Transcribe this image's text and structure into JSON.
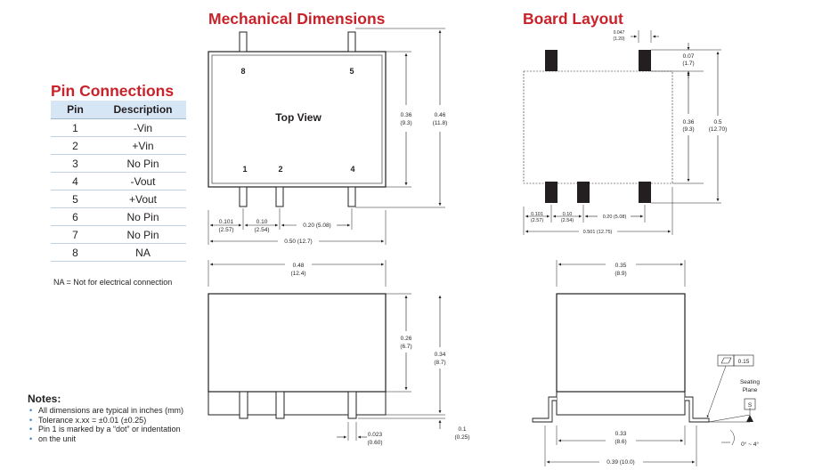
{
  "headings": {
    "pin_connections": "Pin Connections",
    "mechanical": "Mechanical Dimensions",
    "board_layout": "Board Layout"
  },
  "pin_table": {
    "headers": [
      "Pin",
      "Description"
    ],
    "rows": [
      {
        "pin": "1",
        "desc": "-Vin"
      },
      {
        "pin": "2",
        "desc": "+Vin"
      },
      {
        "pin": "3",
        "desc": "No Pin"
      },
      {
        "pin": "4",
        "desc": "-Vout"
      },
      {
        "pin": "5",
        "desc": "+Vout"
      },
      {
        "pin": "6",
        "desc": "No Pin"
      },
      {
        "pin": "7",
        "desc": "No Pin"
      },
      {
        "pin": "8",
        "desc": "NA"
      }
    ]
  },
  "na_note": "NA = Not for  electrical  connection",
  "notes": {
    "title": "Notes:",
    "items": [
      "All dimensions are typical in inches (mm)",
      "Tolerance x.xx = ±0.01 (±0.25)",
      "Pin 1 is marked by a “dot” or indentation",
      "on the unit"
    ]
  },
  "top_view": {
    "title": "Top View",
    "pins": {
      "p8": "8",
      "p5": "5",
      "p1": "1",
      "p2": "2",
      "p4": "4"
    },
    "dims": {
      "h1": "0.36",
      "h1mm": "(9.3)",
      "h2": "0.46",
      "h2mm": "(11.8)",
      "a": "0.101",
      "amm": "(2.57)",
      "b": "0.10",
      "bmm": "(2.54)",
      "c": "0.20  (5.08)",
      "w": "0.50 (12.7)"
    }
  },
  "side_view": {
    "w": "0.48",
    "wmm": "(12.4)",
    "h1": "0.26",
    "h1mm": "(6.7)",
    "h2": "0.34",
    "h2mm": "(8.7)",
    "t": "0.1",
    "tmm": "(0.25)",
    "p": "0.023",
    "pmm": "(0.60)"
  },
  "board": {
    "top1": "0.047",
    "top1mm": "(1.20)",
    "pad": "0.07",
    "padmm": "(1.7)",
    "h1": "0.36",
    "h1mm": "(9.3)",
    "h2": "0.5",
    "h2mm": "(12.70)",
    "a": "0.101",
    "amm": "(2.57)",
    "b": "0.10",
    "bmm": "(2.54)",
    "c": "0.20  (5.08)",
    "w": "0.501 (12.75)"
  },
  "end_view": {
    "w": "0.35",
    "wmm": "(8.9)",
    "flat": "0.15",
    "seating1": "Seating",
    "seating2": "Plane",
    "s": "S",
    "inner": "0.33",
    "innermm": "(8.6)",
    "total": "0.39 (10.0)",
    "angle": "0° ~ 4°"
  }
}
